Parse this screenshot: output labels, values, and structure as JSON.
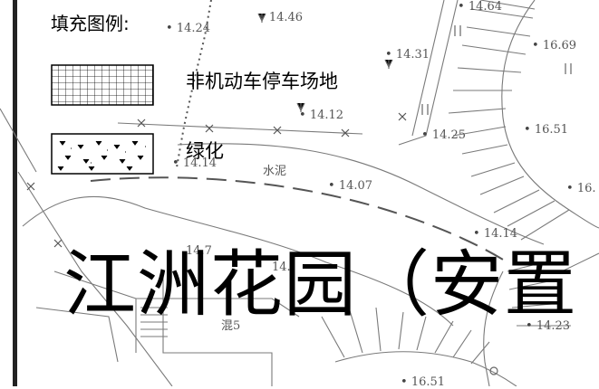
{
  "legend": {
    "title": "填充图例:",
    "items": [
      {
        "label": "非机动车停车场地",
        "pattern": "grid"
      },
      {
        "label": "绿化",
        "pattern": "vegetation"
      }
    ]
  },
  "map_title": "江洲花园（安置",
  "surface_labels": [
    "水泥",
    "混5"
  ],
  "elevations": [
    "14.64",
    "14.24",
    "14.46",
    "14.31",
    "16.69",
    "14.12",
    "14.25",
    "16.51",
    "14.14",
    "14.07",
    "16.",
    "14.14",
    "14.7",
    "14.23",
    "16.51",
    "14."
  ],
  "colors": {
    "ink": "#000000",
    "line": "#777777",
    "background": "#ffffff"
  }
}
